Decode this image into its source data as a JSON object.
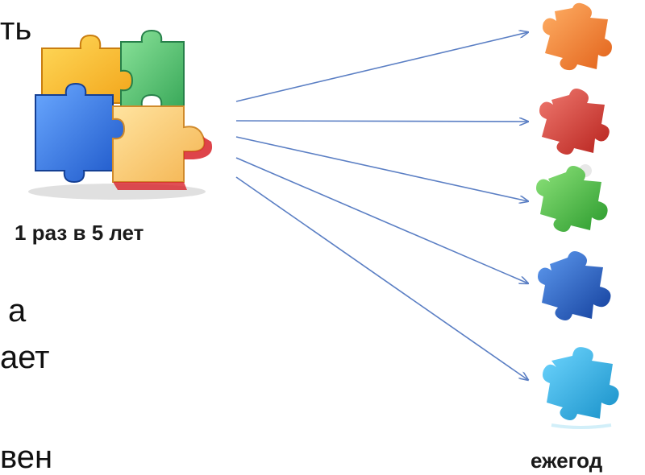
{
  "slide": {
    "text_fragments": [
      "ть",
      "а",
      "ает",
      "вен"
    ],
    "left_label": "1 раз в 5 лет",
    "right_label": "ежегод"
  },
  "diagram": {
    "left_item_icon": "puzzle-cluster-icon",
    "right_items": [
      {
        "icon": "puzzle-piece-icon",
        "color": "#f07a22"
      },
      {
        "icon": "puzzle-piece-icon",
        "color": "#d9342c"
      },
      {
        "icon": "puzzle-piece-icon",
        "color": "#3fb83c"
      },
      {
        "icon": "puzzle-piece-icon",
        "color": "#1e63c4"
      },
      {
        "icon": "puzzle-piece-icon",
        "color": "#1fb0e6"
      }
    ],
    "arrow_color": "#5b7fc4",
    "arrow_count": 5
  }
}
